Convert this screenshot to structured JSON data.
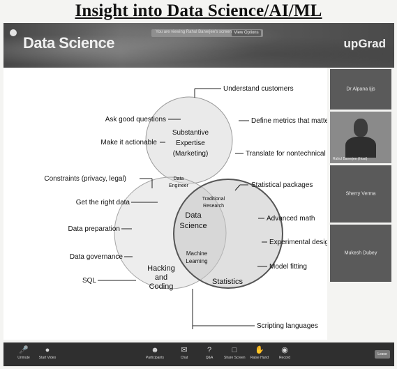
{
  "page_title": "Insight into Data Science/AI/ML",
  "banner": {
    "title": "Data Science",
    "brand": "upGrad",
    "share_notice": "You are viewing Rahul Banerjee's screen",
    "share_button": "View Options"
  },
  "venn": {
    "circles": {
      "top": [
        "Substantive",
        "Expertise",
        "(Marketing)"
      ],
      "left": [
        "Hacking",
        "and",
        "Coding"
      ],
      "right": "Statistics"
    },
    "overlaps": {
      "left_top": [
        "Data",
        "Engineer"
      ],
      "right_top": [
        "Traditional",
        "Research"
      ],
      "bottom": [
        "Machine",
        "Learning"
      ],
      "center": [
        "Data",
        "Science"
      ]
    },
    "left_labels": [
      "Ask good questions",
      "Make it actionable",
      "Constraints (privacy, legal)",
      "Get the right data",
      "Data preparation",
      "Data governance",
      "SQL"
    ],
    "right_labels": [
      "Understand customers",
      "Define metrics that matter",
      "Translate for nontechnical aud",
      "Statistical packages",
      "Advanced math",
      "Experimental design",
      "Model fitting",
      "Scripting languages"
    ]
  },
  "participants": [
    "Dr Alpana Ijjs",
    "Rahul Banerjee (Host)",
    "Sherry Verma",
    "Mukesh Dubey"
  ],
  "toolbar": {
    "items": [
      {
        "label": "Unmute",
        "icon": "microphone-icon"
      },
      {
        "label": "Start Video",
        "icon": "video-camera-icon"
      },
      {
        "label": "Participants",
        "icon": "participants-icon"
      },
      {
        "label": "Chat",
        "icon": "chat-icon"
      },
      {
        "label": "Q&A",
        "icon": "question-icon"
      },
      {
        "label": "Share Screen",
        "icon": "share-screen-icon"
      },
      {
        "label": "Raise Hand",
        "icon": "raise-hand-icon"
      },
      {
        "label": "Record",
        "icon": "record-icon"
      }
    ],
    "leave_label": "Leave"
  }
}
